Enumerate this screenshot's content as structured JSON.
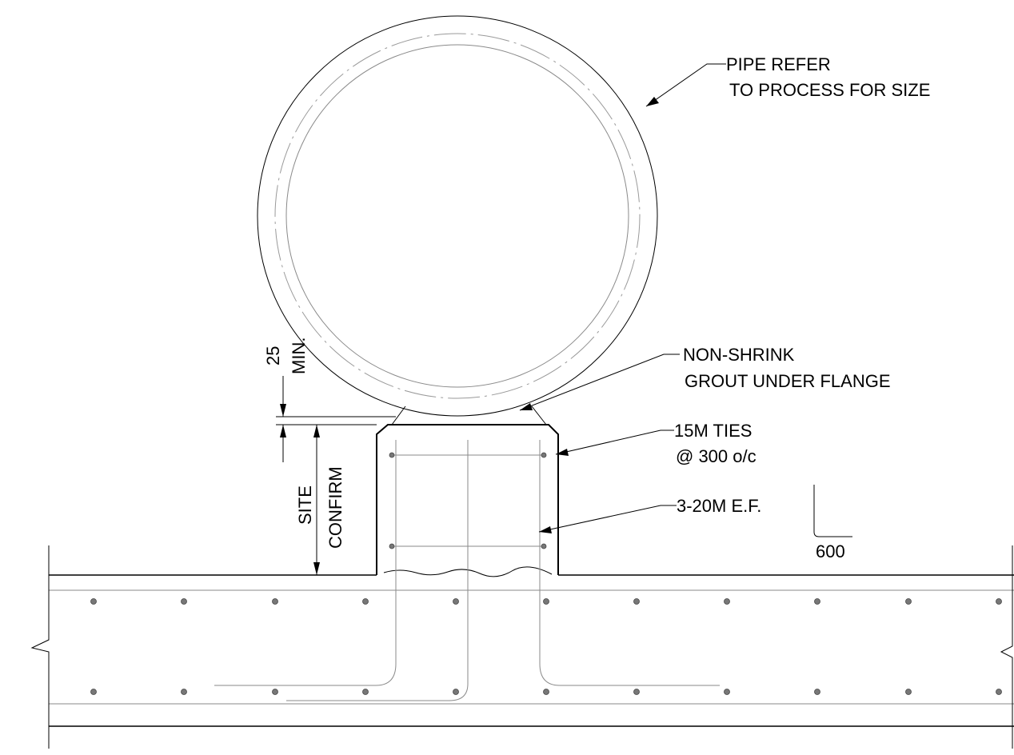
{
  "labels": {
    "pipe_line1": "PIPE REFER",
    "pipe_line2": "TO PROCESS FOR SIZE",
    "grout_line1": "NON-SHRINK",
    "grout_line2": "GROUT UNDER FLANGE",
    "ties_line1": "15M TIES",
    "ties_line2": "@ 300 o/c",
    "bars": "3-20M E.F.",
    "width_dim": "600",
    "dim_25": "25",
    "dim_min": "MIN.",
    "dim_site": "SITE",
    "dim_confirm": "CONFIRM"
  }
}
